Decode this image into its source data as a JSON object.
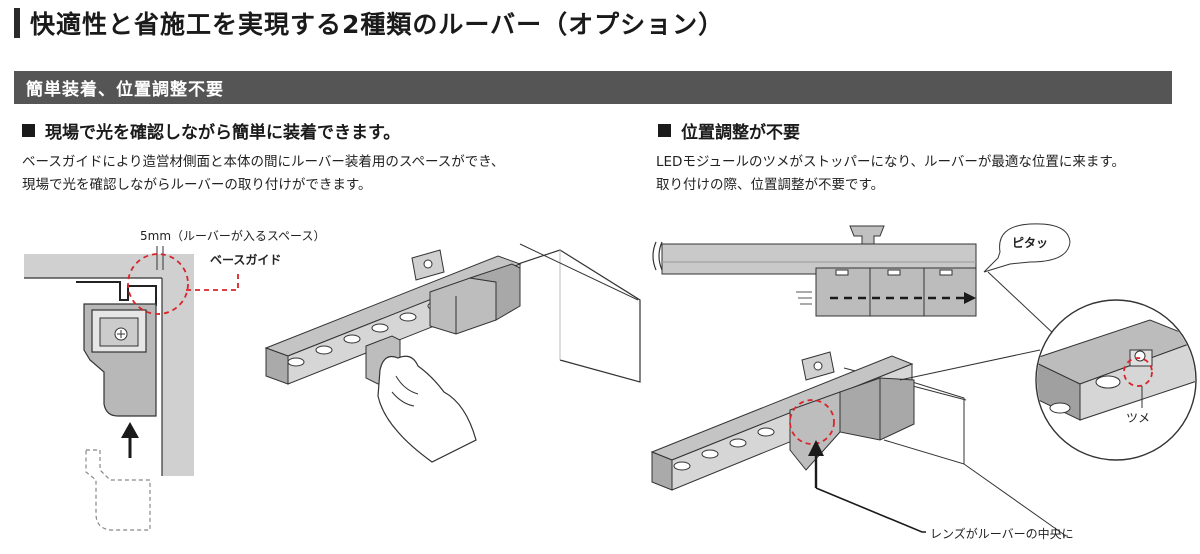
{
  "page": {
    "title": "快適性と省施工を実現する2種類のルーバー（オプション）",
    "banner": "簡単装着、位置調整不要"
  },
  "left": {
    "heading": "現場で光を確認しながら簡単に装着できます。",
    "body_line1": "ベースガイドにより造営材側面と本体の間にルーバー装着用のスペースができ、",
    "body_line2": "現場で光を確認しながらルーバーの取り付けができます。",
    "label_space": "5mm（ルーバーが入るスペース）",
    "label_base_guide": "ベースガイド"
  },
  "right": {
    "heading": "位置調整が不要",
    "body_line1": "LEDモジュールのツメがストッパーになり、ルーバーが最適な位置に来ます。",
    "body_line2": "取り付けの際、位置調整が不要です。",
    "label_pitta": "ピタッ",
    "label_tsume": "ツメ",
    "label_lens": "レンズがルーバーの中央に"
  },
  "colors": {
    "banner_bg": "#555555",
    "accent_red": "#d9252a",
    "gray_part": "#b8b8b8",
    "dark_line": "#333333"
  }
}
